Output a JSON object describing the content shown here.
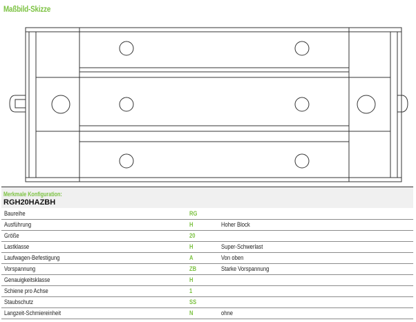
{
  "title": "Maßbild-Skizze",
  "config": {
    "label": "Merkmale Konfiguration:",
    "code": "RGH20HAZBH"
  },
  "rows": [
    {
      "name": "Baureihe",
      "value": "RG",
      "desc": ""
    },
    {
      "name": "Ausführung",
      "value": "H",
      "desc": "Hoher Block"
    },
    {
      "name": "Größe",
      "value": "20",
      "desc": ""
    },
    {
      "name": "Lastklasse",
      "value": "H",
      "desc": "Super-Schwerlast"
    },
    {
      "name": "Laufwagen-Befestigung",
      "value": "A",
      "desc": "Von oben"
    },
    {
      "name": "Vorspannung",
      "value": "ZB",
      "desc": "Starke Vorspannung"
    },
    {
      "name": "Genauigkeitsklasse",
      "value": "H",
      "desc": ""
    },
    {
      "name": "Schiene pro Achse",
      "value": "1",
      "desc": ""
    },
    {
      "name": "Staubschutz",
      "value": "SS",
      "desc": ""
    },
    {
      "name": "Langzeit-Schmiereinheit",
      "value": "N",
      "desc": "ohne"
    }
  ]
}
